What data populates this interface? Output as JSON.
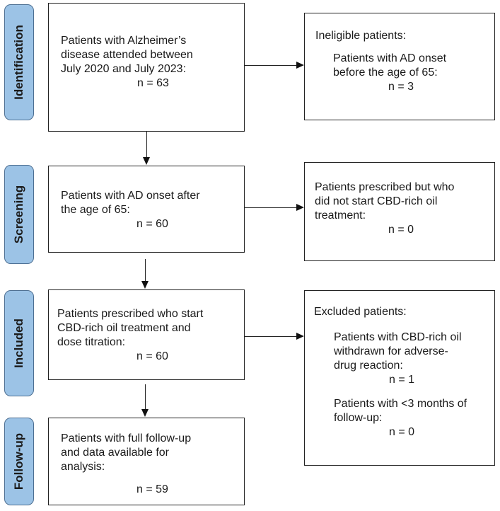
{
  "stages": [
    "Identification",
    "Screening",
    "Included",
    "Follow-up"
  ],
  "left_boxes": [
    {
      "lines": [
        "Patients with Alzheimer’s",
        "disease attended between",
        "July 2020 and July 2023:"
      ],
      "n": "n = 63"
    },
    {
      "lines": [
        "Patients with AD onset after",
        "the age of 65:"
      ],
      "n": "n = 60"
    },
    {
      "lines": [
        "Patients prescribed who start",
        "CBD-rich oil treatment and",
        "dose titration:"
      ],
      "n": "n = 60"
    },
    {
      "lines": [
        "Patients with full follow-up",
        "and data available for",
        "analysis:"
      ],
      "n": "n = 59"
    }
  ],
  "right_boxes": {
    "ineligible": {
      "heading": "Ineligible patients:",
      "lines": [
        "Patients with AD onset",
        "before the age of 65:"
      ],
      "n": "n = 3"
    },
    "not_started": {
      "lines": [
        "Patients prescribed but who",
        "did not start CBD-rich oil",
        "treatment:"
      ],
      "n": "n = 0"
    },
    "excluded": {
      "heading": "Excluded patients:",
      "groups": [
        {
          "lines": [
            "Patients with CBD-rich oil",
            "withdrawn for adverse-",
            "drug reaction:"
          ],
          "n": "n = 1"
        },
        {
          "lines": [
            "Patients with <3 months of",
            "follow-up:"
          ],
          "n": "n = 0"
        }
      ]
    }
  }
}
